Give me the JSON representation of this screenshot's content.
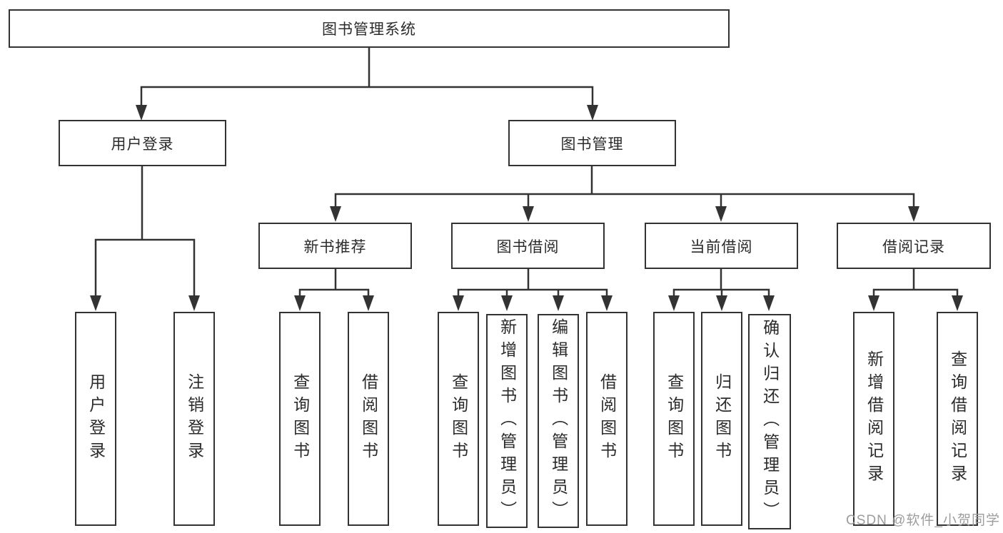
{
  "colors": {
    "line": "#333333",
    "text": "#2b2b2b",
    "box_background": "#ffffff",
    "page_background": "#ffffff",
    "watermark": "#9d9d9d"
  },
  "watermark": {
    "text": "CSDN @软件_小贺同学"
  },
  "diagram": {
    "type": "hierarchy-tree",
    "root": {
      "label": "图书管理系统",
      "children": [
        {
          "label": "用户登录",
          "children": [
            {
              "label": "用户登录"
            },
            {
              "label": "注销登录"
            }
          ]
        },
        {
          "label": "图书管理",
          "children": [
            {
              "label": "新书推荐",
              "children": [
                {
                  "label": "查询图书"
                },
                {
                  "label": "借阅图书"
                }
              ]
            },
            {
              "label": "图书借阅",
              "children": [
                {
                  "label": "查询图书"
                },
                {
                  "label": "新增图书（管理员）"
                },
                {
                  "label": "编辑图书（管理员）"
                },
                {
                  "label": "借阅图书"
                }
              ]
            },
            {
              "label": "当前借阅",
              "children": [
                {
                  "label": "查询图书"
                },
                {
                  "label": "归还图书"
                },
                {
                  "label": "确认归还（管理员）"
                }
              ]
            },
            {
              "label": "借阅记录",
              "children": [
                {
                  "label": "新增借阅记录"
                },
                {
                  "label": "查询借阅记录"
                }
              ]
            }
          ]
        }
      ]
    }
  }
}
